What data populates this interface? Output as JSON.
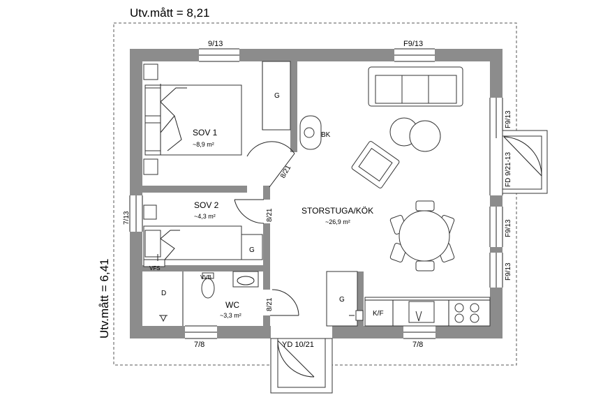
{
  "dimensions": {
    "width_label": "Utv.mått = 8,21",
    "height_label": "Utv.mått = 6,41"
  },
  "rooms": {
    "sov1": {
      "name": "SOV 1",
      "area": "~8,9 m²"
    },
    "sov2": {
      "name": "SOV 2",
      "area": "~4,3 m²"
    },
    "storstuga": {
      "name": "STORSTUGA/KÖK",
      "area": "~26,9 m²"
    },
    "wc": {
      "name": "WC",
      "area": "~3,3 m²"
    }
  },
  "windows": {
    "top_left": "9/13",
    "top_right": "F9/13",
    "right_upper": "F9/13",
    "right_mid": "F9/13",
    "right_lower": "F9/13",
    "left": "7/13",
    "bottom_left": "7/8",
    "bottom_right": "7/8"
  },
  "doors": {
    "sov1": "8/21",
    "sov2": "8/21",
    "wc": "8/21",
    "front": "YD 10/21",
    "terrace": "FD 9/21-13"
  },
  "fixtures": {
    "wardrobe_sov1": "G",
    "wardrobe_sov2": "G",
    "wardrobe_hall": "G",
    "stove": "BK",
    "fridge": "K/F",
    "washer": "D",
    "water_heater": "VVB",
    "vfs": "VFS"
  }
}
